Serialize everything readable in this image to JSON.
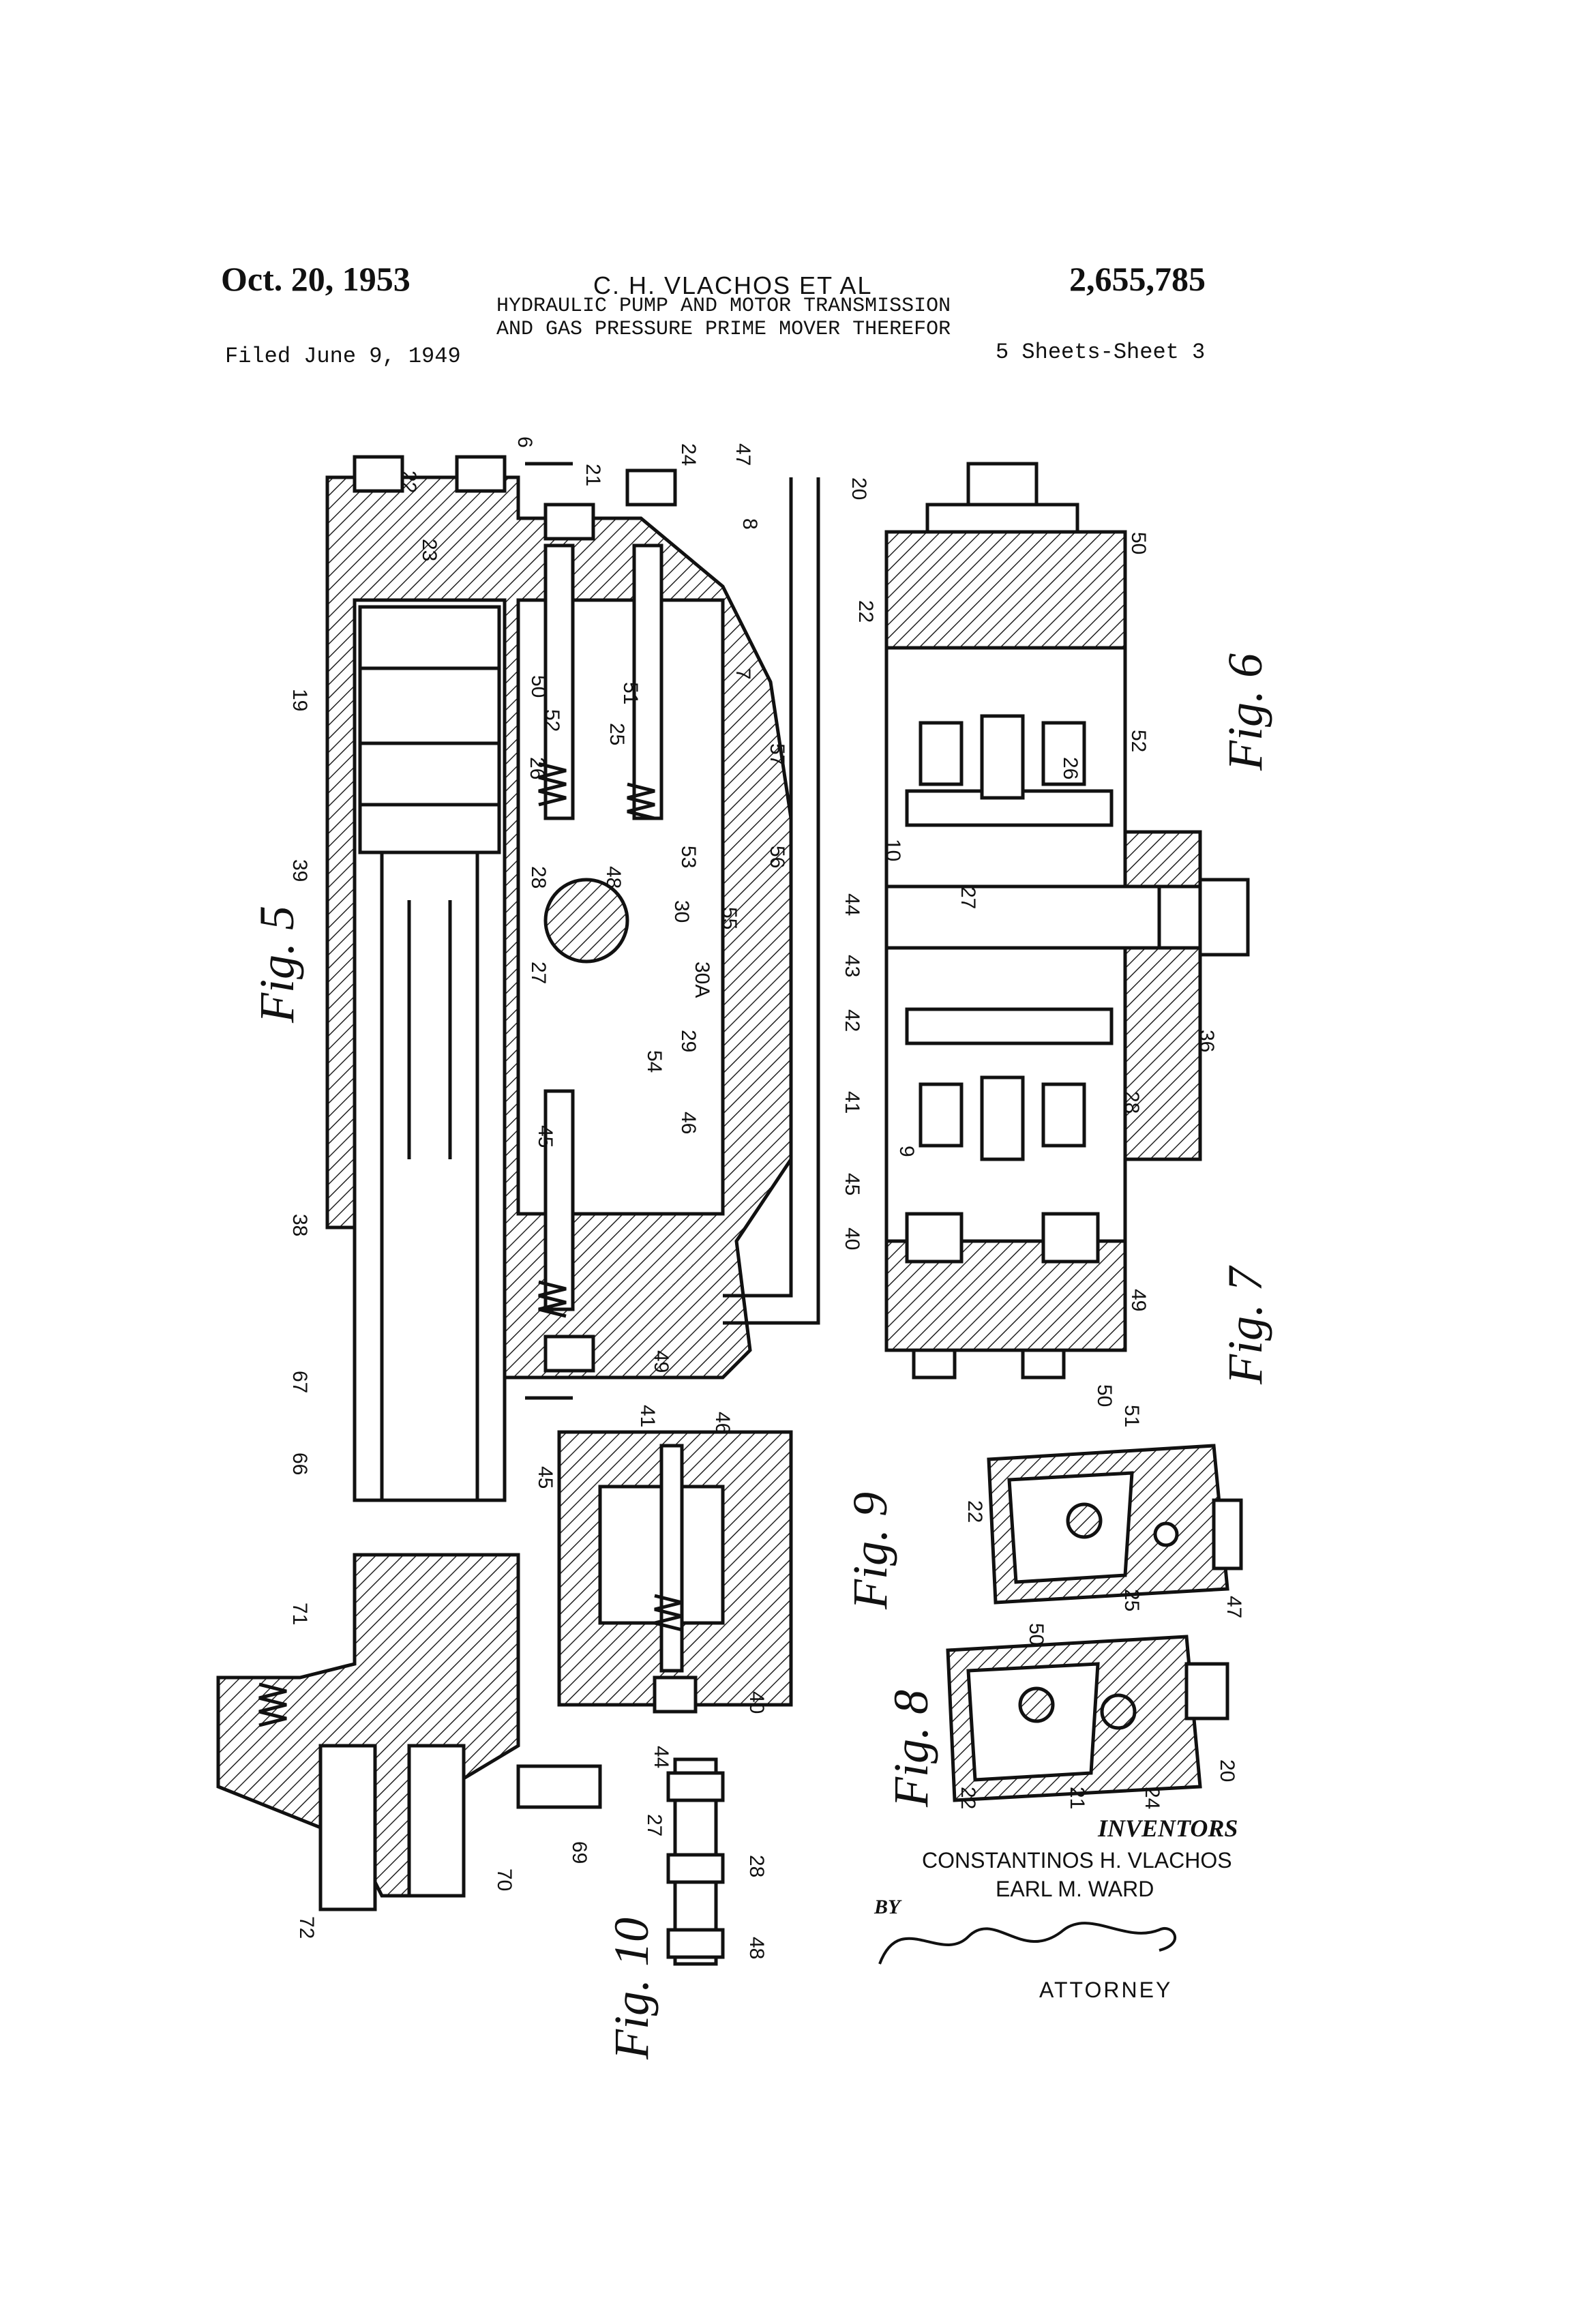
{
  "header": {
    "date": "Oct. 20, 1953",
    "inventors_short": "C. H. VLACHOS ET AL",
    "patent_number": "2,655,785",
    "title_line1": "HYDRAULIC PUMP AND MOTOR TRANSMISSION",
    "title_line2": "AND GAS PRESSURE PRIME MOVER THEREFOR",
    "filed": "Filed June 9, 1949",
    "sheet": "5 Sheets-Sheet 3"
  },
  "figures": {
    "fig5": "Fig. 5",
    "fig6": "Fig. 6",
    "fig7": "Fig. 7",
    "fig8": "Fig. 8",
    "fig9": "Fig. 9",
    "fig10": "Fig. 10"
  },
  "refs": {
    "fig5": [
      "22",
      "23",
      "21",
      "24",
      "47",
      "20",
      "8",
      "7",
      "19",
      "50",
      "52",
      "51",
      "25",
      "26",
      "57",
      "28",
      "48",
      "53",
      "56",
      "39",
      "30",
      "55",
      "27",
      "30A",
      "29",
      "54",
      "46",
      "45",
      "38",
      "49",
      "67",
      "66",
      "71",
      "70",
      "72",
      "69",
      "6"
    ],
    "fig6": [
      "50",
      "22",
      "52",
      "26",
      "10",
      "44",
      "27",
      "43",
      "42",
      "41",
      "9",
      "45",
      "40",
      "49",
      "36",
      "28"
    ],
    "fig7": [
      "50",
      "51",
      "22",
      "25",
      "47"
    ],
    "fig8": [
      "50",
      "22",
      "21",
      "24",
      "20"
    ],
    "fig9": [
      "41",
      "46",
      "45",
      "40"
    ],
    "fig10": [
      "44",
      "27",
      "28",
      "48"
    ]
  },
  "inventors": {
    "heading": "INVENTORS",
    "name1": "CONSTANTINOS H. VLACHOS",
    "name2": "EARL M. WARD",
    "by": "BY",
    "attorney": "ATTORNEY"
  }
}
